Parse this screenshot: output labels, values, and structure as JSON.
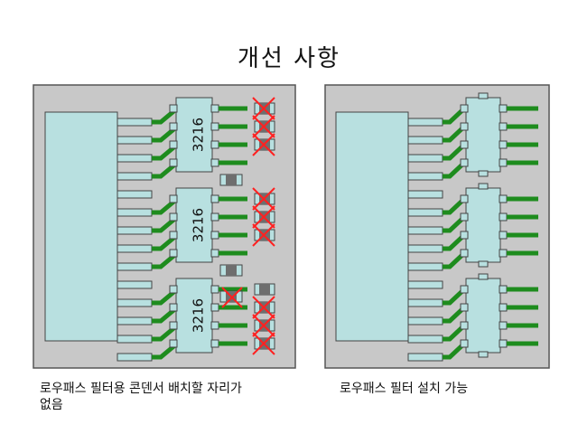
{
  "title": "개선 사항",
  "colors": {
    "board": "#c8c8c8",
    "board_border": "#555555",
    "component": "#b8e0e0",
    "trace": "#1e8c1e",
    "cap_body": "#6e6e6e",
    "cap_pad": "#b8e0e0",
    "cross": "#ff2020",
    "pin_outline": "#444444"
  },
  "left_panel": {
    "chip_label": "3216",
    "caption_line1": "로우패스 필터용 콘덴서 배치할 자리가",
    "caption_line2": "없음"
  },
  "right_panel": {
    "caption": "로우패스 필터 설치 가능"
  }
}
